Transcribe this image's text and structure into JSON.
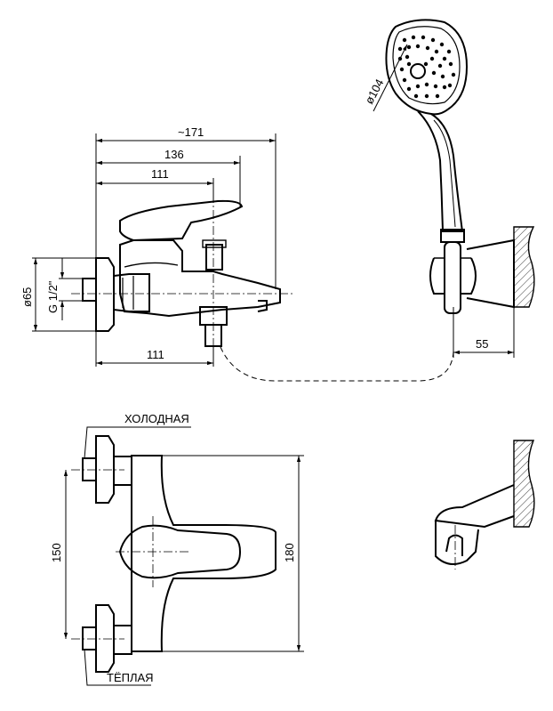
{
  "dimensions": {
    "overall_length": "~171",
    "spout_length": "136",
    "lever_length": "111",
    "bottom_length": "111",
    "flange_diameter": "ø65",
    "thread": "G 1/2\"",
    "showerhead_diameter": "ø104",
    "holder_offset": "55",
    "inlet_spacing": "150",
    "body_height": "180"
  },
  "labels": {
    "cold": "ХОЛОДНАЯ",
    "warm": "ТЁПЛАЯ"
  }
}
